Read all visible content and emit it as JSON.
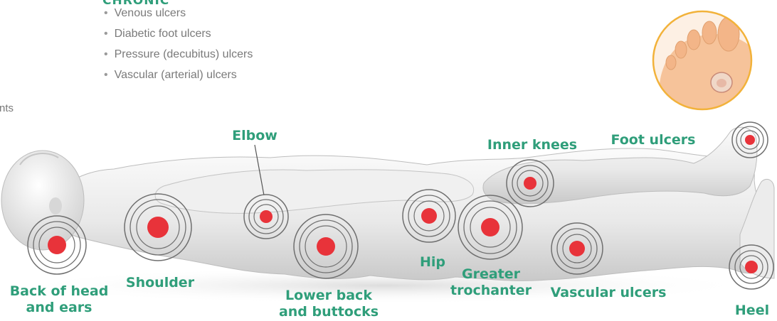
{
  "heading": "CHRONIC",
  "ulcer_types": [
    "Venous ulcers",
    "Diabetic foot ulcers",
    "Pressure (decubitus) ulcers",
    "Vascular (arterial) ulcers"
  ],
  "edge_text": "nts",
  "labels": {
    "back_of_head": "Back of head\nand ears",
    "shoulder": "Shoulder",
    "elbow": "Elbow",
    "lower_back": "Lower back\nand buttocks",
    "hip": "Hip",
    "greater_trochanter": "Greater\ntrochanter",
    "inner_knees": "Inner knees",
    "vascular_ulcers": "Vascular ulcers",
    "foot_ulcers": "Foot ulcers",
    "heel": "Heel"
  },
  "colors": {
    "label_green": "#2f9e7a",
    "ulcer_red": "#e8333a",
    "ring_gray": "#6f6f6f",
    "inset_border": "#f2b23a",
    "skin": "#f6c39a"
  }
}
